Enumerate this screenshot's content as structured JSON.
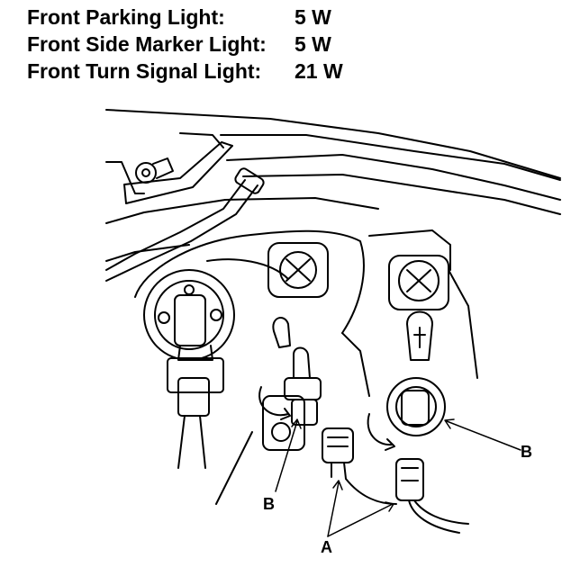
{
  "specs": [
    {
      "label": "Front Parking Light:",
      "value": "5 W"
    },
    {
      "label": "Front Side Marker Light:",
      "value": "5 W"
    },
    {
      "label": "Front Turn Signal Light:",
      "value": "21 W"
    }
  ],
  "callouts": {
    "b_left": "B",
    "b_right": "B",
    "a_bottom": "A"
  }
}
